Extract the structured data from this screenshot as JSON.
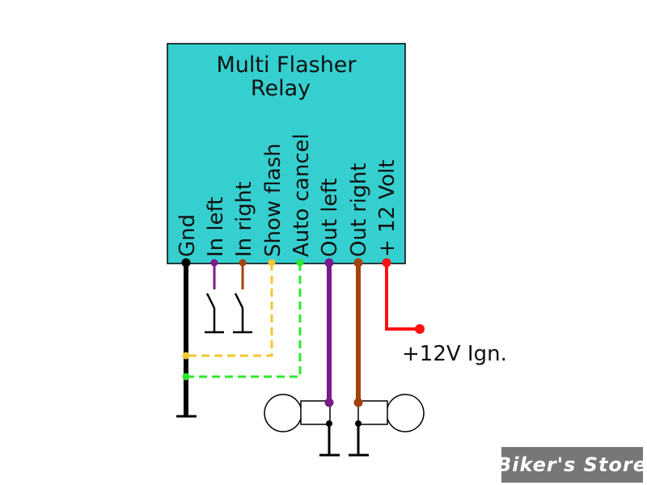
{
  "relay": {
    "title_line1": "Multi Flasher",
    "title_line2": "Relay",
    "fill_color": "#35cfcf"
  },
  "pins": {
    "gnd": "Gnd",
    "in_left": "In left",
    "in_right": "In right",
    "show_flash": "Show flash",
    "auto_cancel": "Auto cancel",
    "out_left": "Out left",
    "out_right": "Out right",
    "plus_12v": "+ 12 Volt"
  },
  "ignition": {
    "label": "+12V Ign."
  },
  "store": {
    "label": "Biker's Store",
    "bg_color": "#777777"
  },
  "colors": {
    "black": "#000000",
    "purple": "#7a1a8a",
    "brown": "#a3410f",
    "yellow": "#f2c832",
    "green": "#2ee82e",
    "red": "#ff1111"
  }
}
